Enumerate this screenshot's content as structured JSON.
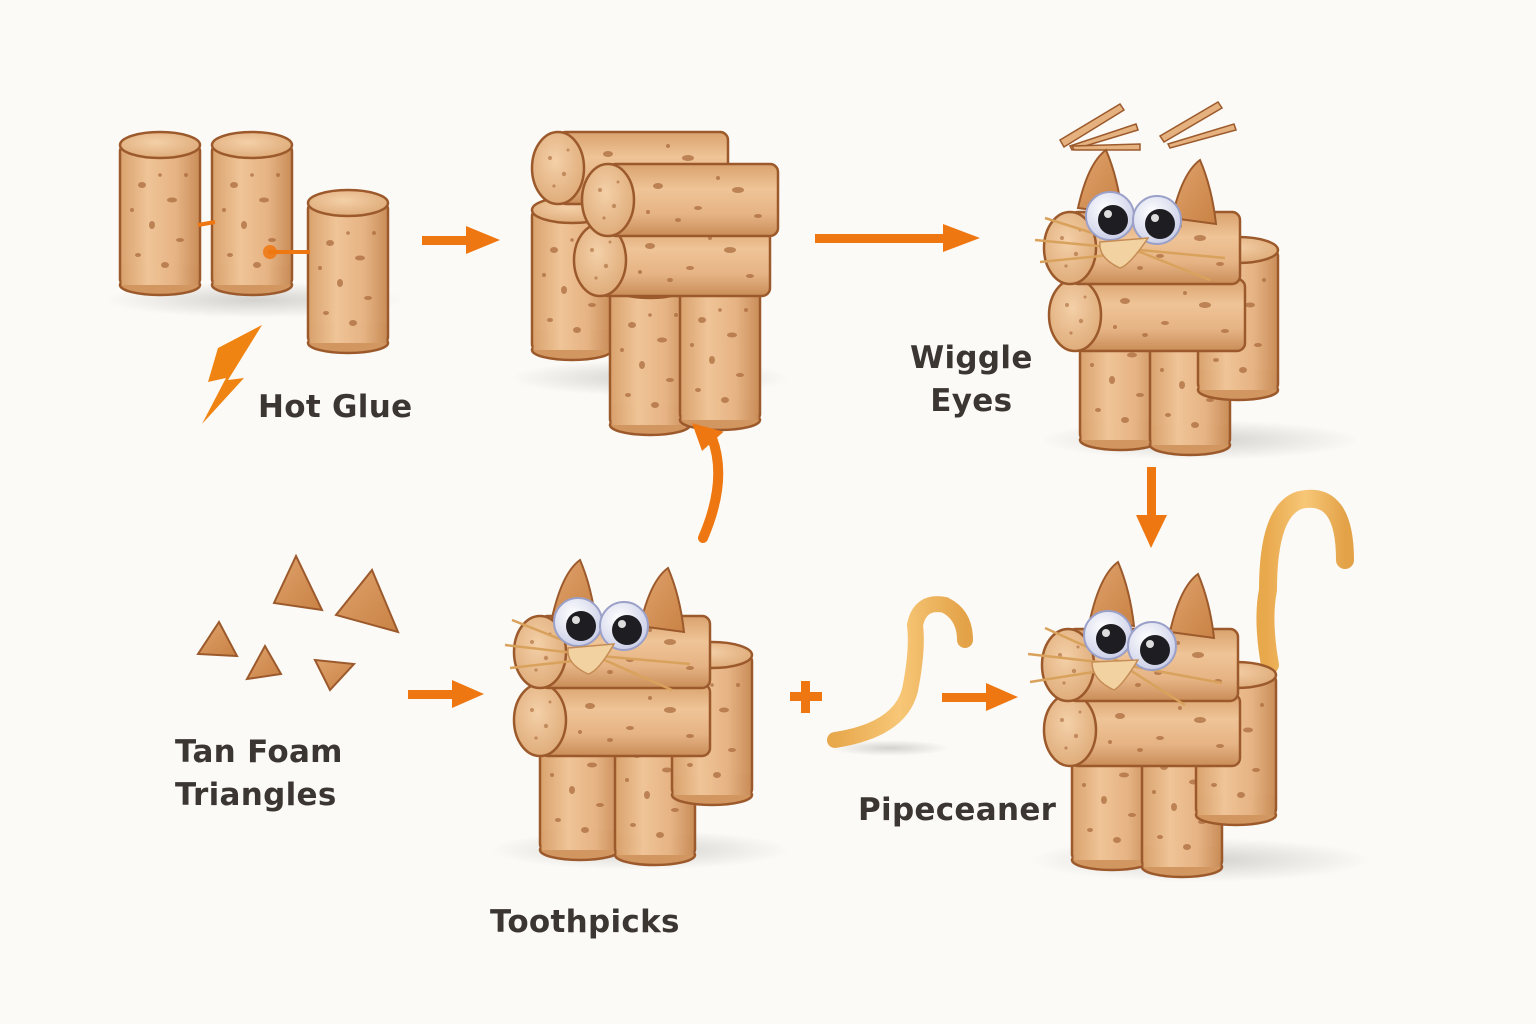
{
  "diagram": {
    "type": "craft-steps",
    "subject": "Wine cork cat craft",
    "accent_color": "#ee7711",
    "cork_color": "#e6b585",
    "cork_outline": "#9c5a2c",
    "text_color": "#3b3632",
    "background": "#fcfaf6"
  },
  "labels": {
    "hot_glue": "Hot Glue",
    "wiggle_eyes_line1": "Wiggle",
    "wiggle_eyes_line2": "Eyes",
    "tan_foam_line1": "Tan Foam",
    "tan_foam_line2": "Triangles",
    "toothpicks": "Toothpicks",
    "pipecleaner": "Pipeceaner"
  },
  "steps": [
    {
      "id": "corks",
      "description": "Three wine corks joined with hot glue"
    },
    {
      "id": "body",
      "description": "Corks stacked into a body shape"
    },
    {
      "id": "face",
      "description": "Cat with wiggle eyes, toothpick whiskers and foam ears"
    },
    {
      "id": "cat-no-tail",
      "description": "Cat assembled with foam triangles and toothpicks"
    },
    {
      "id": "pipecleaner",
      "description": "Pipecleaner tail piece"
    },
    {
      "id": "finished",
      "description": "Finished cork cat with tail"
    }
  ],
  "connectors": [
    {
      "from": "corks",
      "to": "body",
      "symbol": "arrow-right"
    },
    {
      "from": "body",
      "to": "face",
      "symbol": "arrow-right"
    },
    {
      "from": "face",
      "to": "finished",
      "symbol": "arrow-down"
    },
    {
      "from": "cat-no-tail",
      "to": "body",
      "symbol": "arrow-curved-up"
    },
    {
      "from": "foam",
      "to": "cat-no-tail",
      "symbol": "arrow-right"
    },
    {
      "from": "cat-no-tail",
      "to": "pipecleaner",
      "symbol": "plus"
    },
    {
      "from": "pipecleaner",
      "to": "finished",
      "symbol": "arrow-right"
    }
  ]
}
